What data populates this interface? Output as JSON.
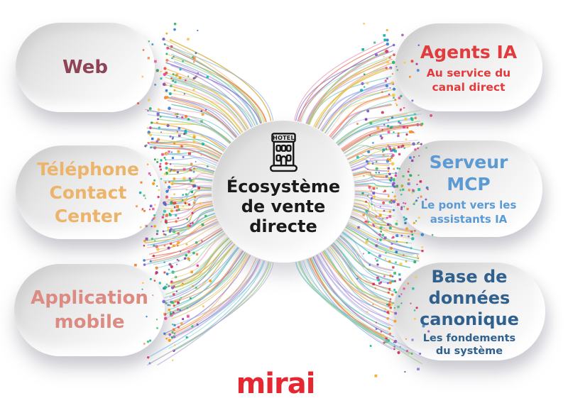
{
  "center": {
    "icon_label": "HOTEL",
    "title_lines": [
      "Écosystème",
      "de vente",
      "directe"
    ],
    "color": "#1a1a1a"
  },
  "left_nodes": [
    {
      "id": "web",
      "lines": [
        "Web"
      ],
      "color": "#8e4456"
    },
    {
      "id": "telephone-contact-center",
      "lines": [
        "Téléphone",
        "Contact",
        "Center"
      ],
      "color": "#ecb46a"
    },
    {
      "id": "application-mobile",
      "lines": [
        "Application",
        "mobile"
      ],
      "color": "#dc8b82"
    }
  ],
  "right_nodes": [
    {
      "id": "agents-ia",
      "title_lines": [
        "Agents IA"
      ],
      "subtitle_lines": [
        "Au service du",
        "canal direct"
      ],
      "color": "#e13b3d"
    },
    {
      "id": "serveur-mcp",
      "title_lines": [
        "Serveur",
        "MCP"
      ],
      "subtitle_lines": [
        "Le pont vers les",
        "assistants IA"
      ],
      "color": "#5b9ad3"
    },
    {
      "id": "base-donnees-canonique",
      "title_lines": [
        "Base de",
        "données",
        "canonique"
      ],
      "subtitle_lines": [
        "Les fondements",
        "du système"
      ],
      "color": "#2f608e"
    }
  ],
  "footer": {
    "logo_text": "mirai",
    "color": "#e52732"
  },
  "decoration": {
    "seed": 20240917,
    "curves_per_side": 158,
    "dots_per_side": 300,
    "line_palette": [
      "#b9a8e0",
      "#93a8e0",
      "#5fc4b8",
      "#f2a94e",
      "#e8c84a",
      "#ee9ec0",
      "#93cf7e",
      "#8d77cf",
      "#e8735a",
      "#8fc1e8",
      "#d9b84e",
      "#6fc7c1"
    ],
    "dot_palette": [
      "#e74c3c",
      "#f39c12",
      "#f6c744",
      "#27ae60",
      "#17b8a6",
      "#2e7fd0",
      "#8e44ad",
      "#e8448f",
      "#7a5cd6",
      "#ef7d31",
      "#3bbf6e",
      "#d63060"
    ]
  }
}
